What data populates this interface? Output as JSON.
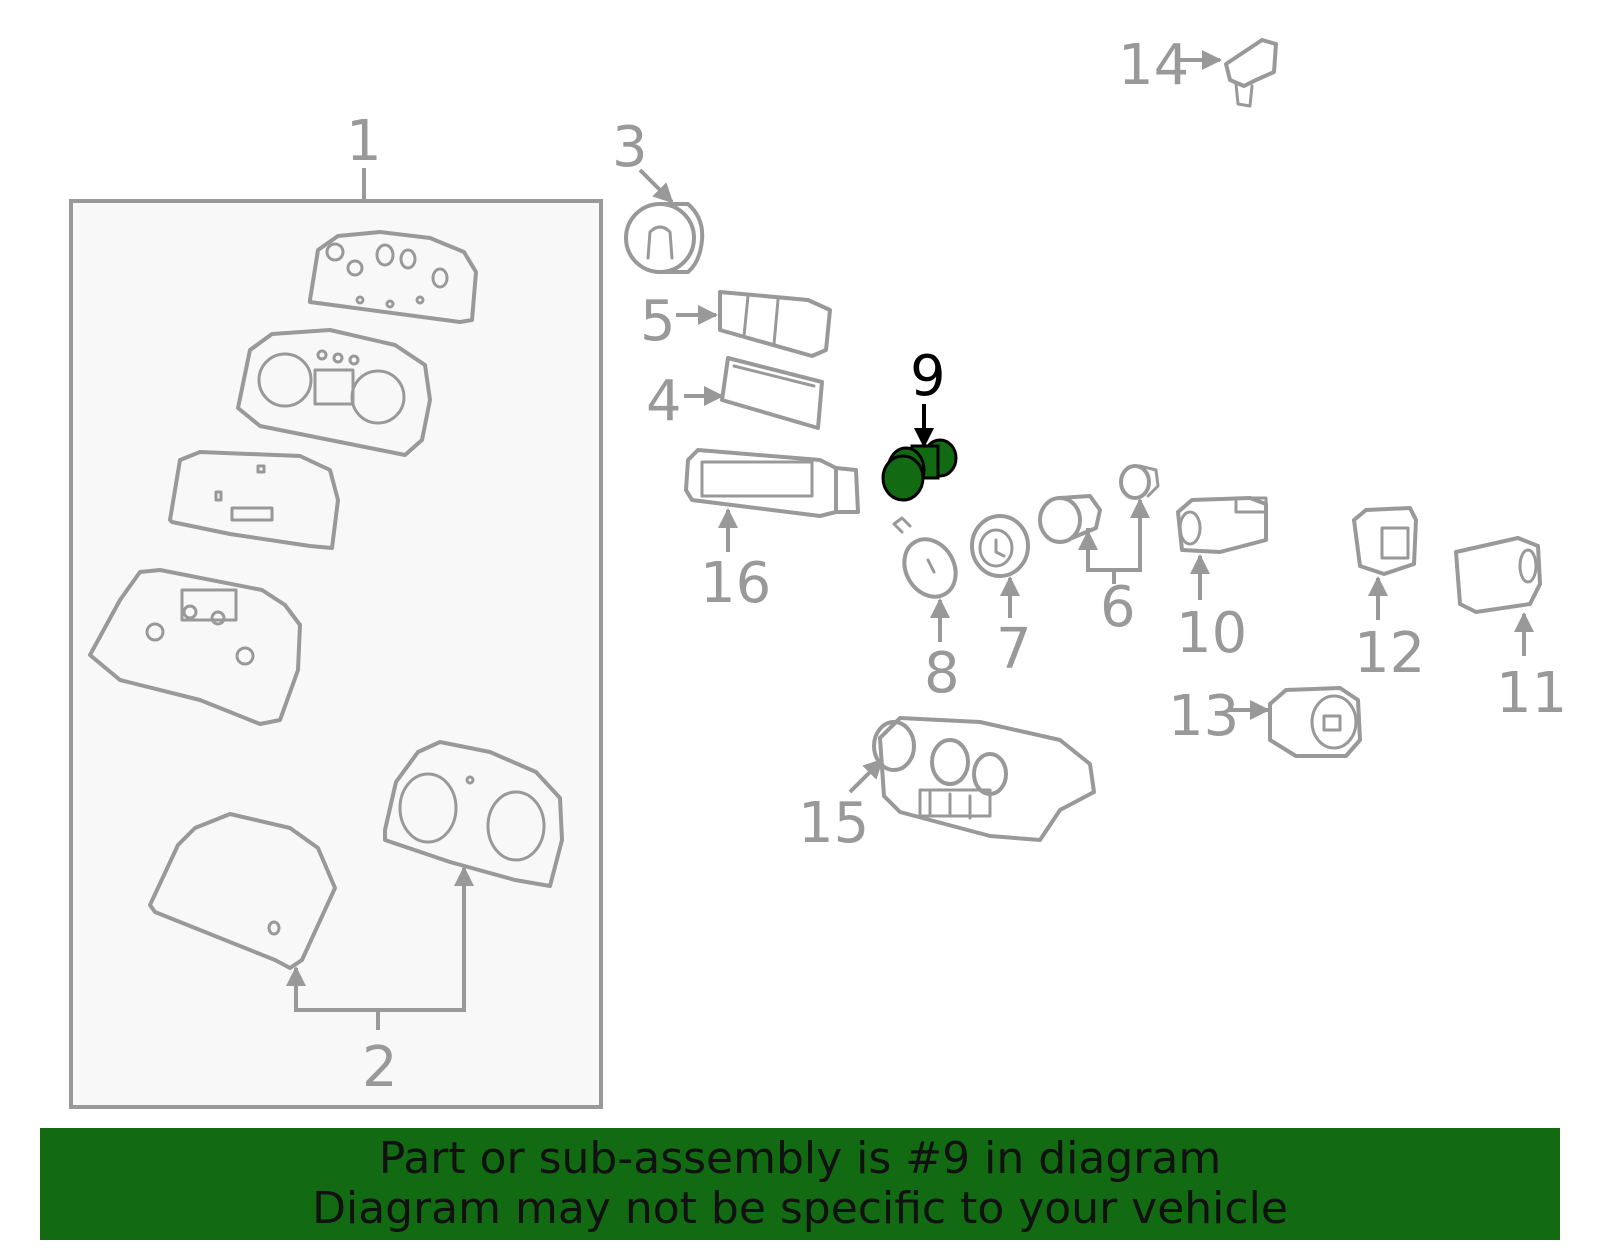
{
  "colors": {
    "part": "#999999",
    "highlight": "#126b12",
    "highlight_text": "#000000",
    "banner": "#126b12",
    "panel": "#f8f8f8"
  },
  "callouts": {
    "c1": "1",
    "c2": "2",
    "c3": "3",
    "c4": "4",
    "c5": "5",
    "c6": "6",
    "c7": "7",
    "c8": "8",
    "c9": "9",
    "c10": "10",
    "c11": "11",
    "c12": "12",
    "c13": "13",
    "c14": "14",
    "c15": "15",
    "c16": "16"
  },
  "banner": {
    "line1": "Part or sub-assembly is #9 in diagram",
    "line2": "Diagram may not be specific to your vehicle"
  }
}
